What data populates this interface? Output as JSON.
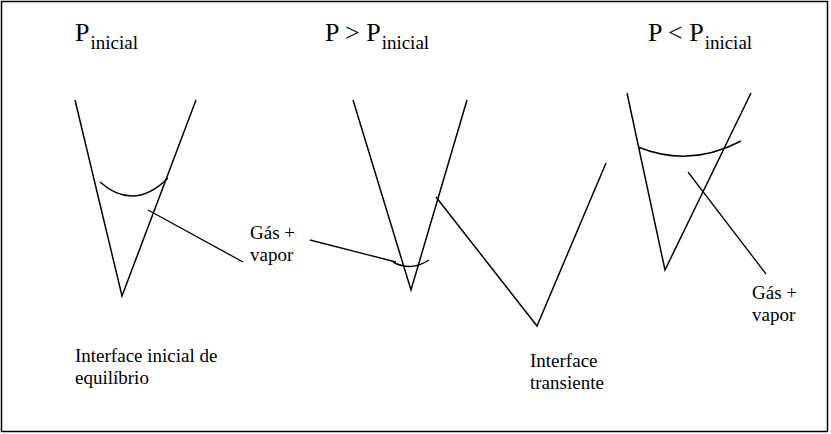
{
  "diagram": {
    "labels": [
      "P",
      "inicial",
      "P > P",
      "inicial",
      "P < P",
      "inicial",
      "Gás + vapor",
      "Gás + vapor",
      "Interface inicial de equilíbrio",
      "Interface transiente"
    ]
  }
}
